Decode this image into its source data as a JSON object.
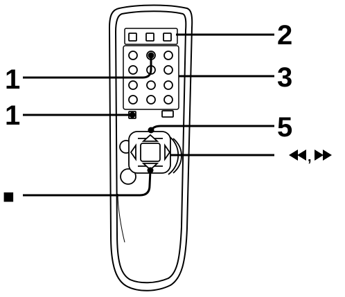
{
  "callouts": {
    "label_1_top": "1",
    "label_1_bottom": "1",
    "label_2": "2",
    "label_3": "3",
    "label_5": "5",
    "label_skip": ",",
    "label_stop": "■"
  },
  "icons": {
    "rewind": "rewind-icon",
    "fast_forward": "fast-forward-icon",
    "stop": "stop-icon"
  },
  "colors": {
    "line": "#000000",
    "remote_fill": "#ffffff",
    "remote_shadow": "#e6e6e6"
  }
}
